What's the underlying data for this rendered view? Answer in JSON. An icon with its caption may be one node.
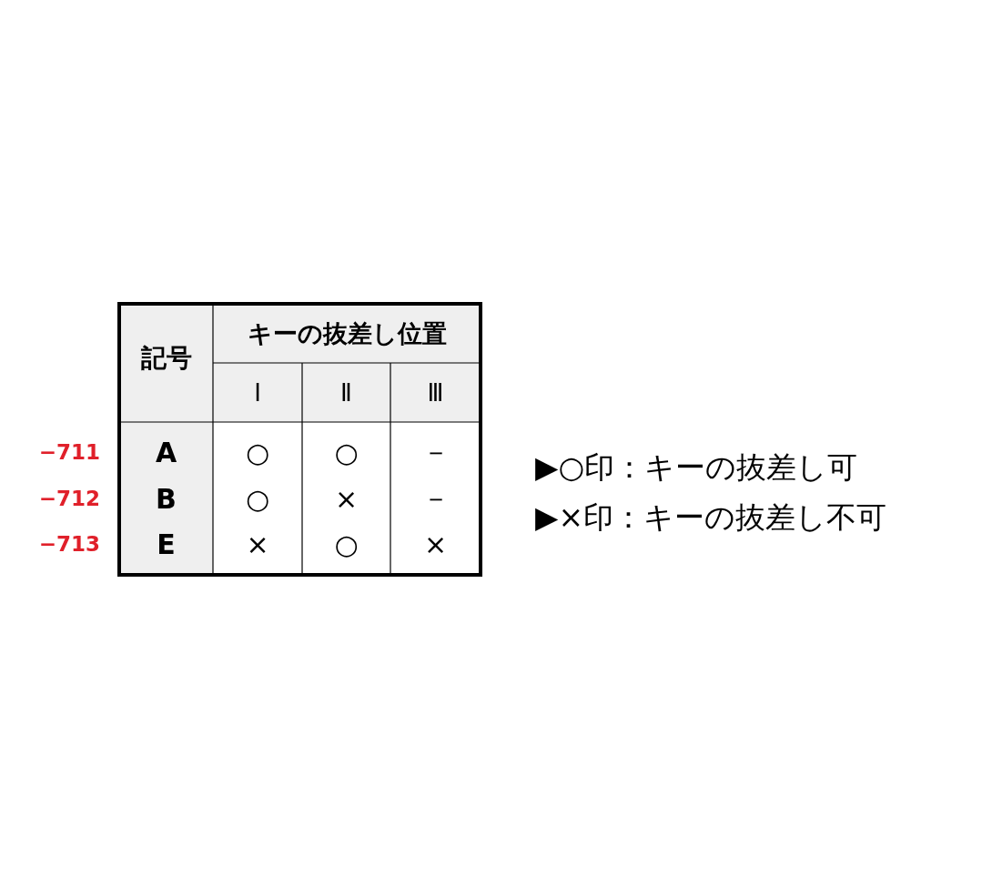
{
  "diagram": {
    "labels": [
      "記号",
      "キーの抜差し位置",
      "Ⅰ",
      "Ⅱ",
      "Ⅲ",
      "−711",
      "A",
      "○",
      "○",
      "－",
      "−712",
      "B",
      "○",
      "×",
      "－",
      "−713",
      "E",
      "×",
      "○",
      "×",
      "▶○印：キーの抜差し可",
      "▶×印：キーの抜差し不可"
    ]
  }
}
